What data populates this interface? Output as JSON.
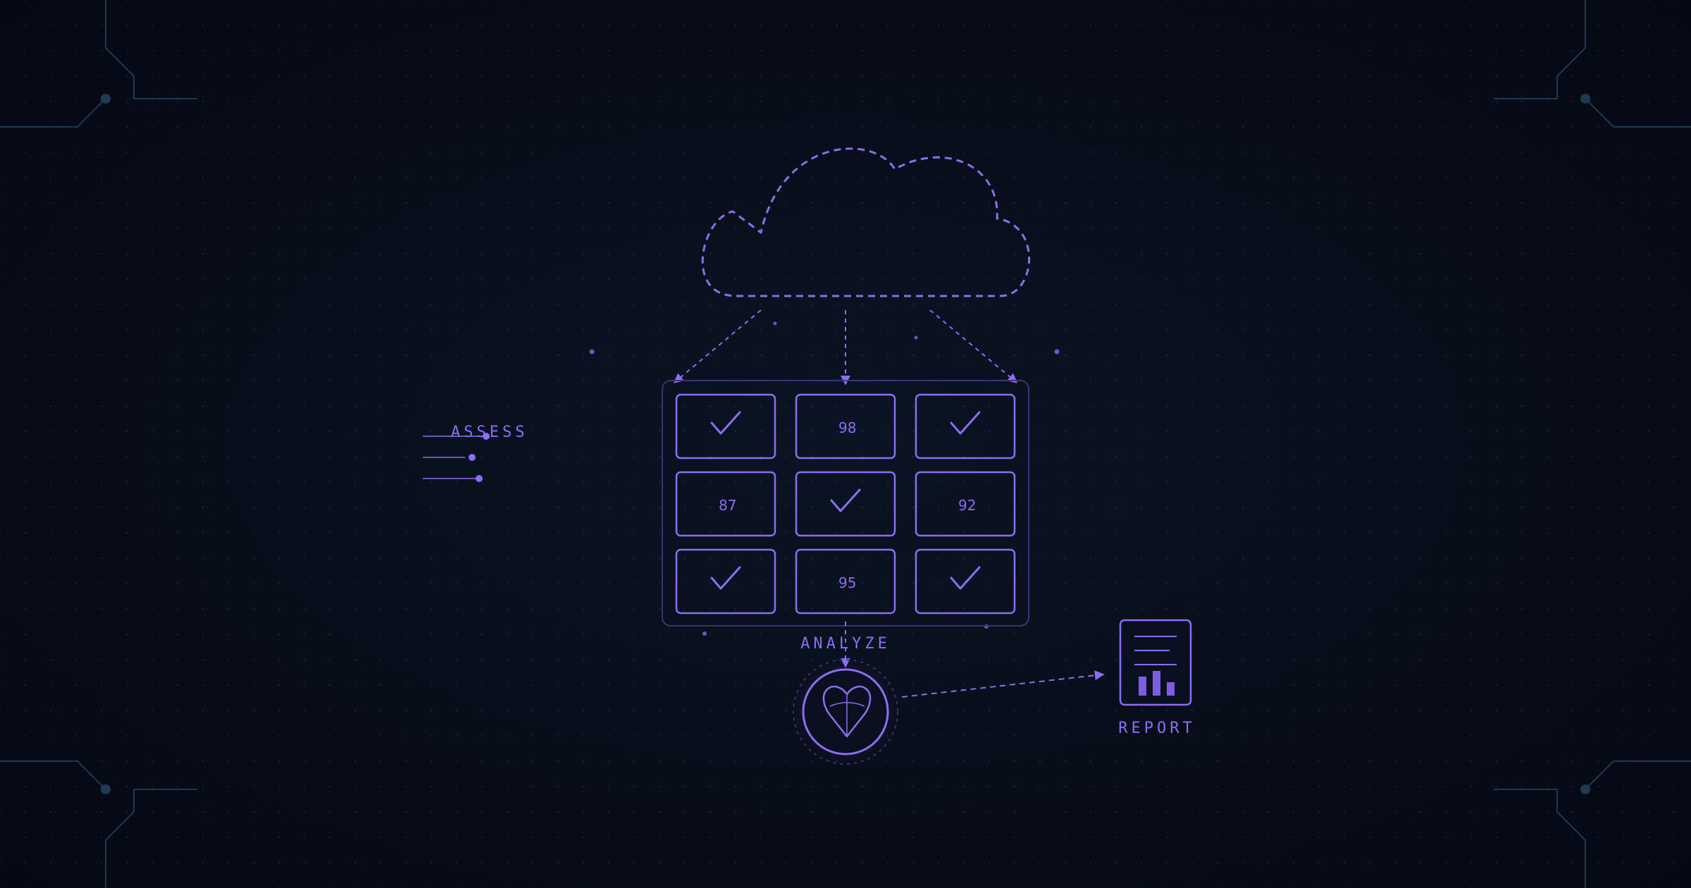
{
  "colors": {
    "background": "#070b16",
    "accent": "#8d6df0",
    "accent_bright": "#9b7bff",
    "circuit": "#1d3a52"
  },
  "labels": {
    "assess": "ASSESS",
    "analyze": "ANALYZE",
    "report": "REPORT"
  },
  "grid": {
    "cells": [
      {
        "kind": "check",
        "value": ""
      },
      {
        "kind": "number",
        "value": "98"
      },
      {
        "kind": "check",
        "value": ""
      },
      {
        "kind": "number",
        "value": "87"
      },
      {
        "kind": "check",
        "value": ""
      },
      {
        "kind": "number",
        "value": "92"
      },
      {
        "kind": "check",
        "value": ""
      },
      {
        "kind": "number",
        "value": "95"
      },
      {
        "kind": "check",
        "value": ""
      }
    ]
  },
  "icons": {
    "source": "cloud-icon",
    "analyzer": "heart-shield-icon",
    "output": "report-document-icon",
    "cell_mark": "checkmark-icon"
  }
}
